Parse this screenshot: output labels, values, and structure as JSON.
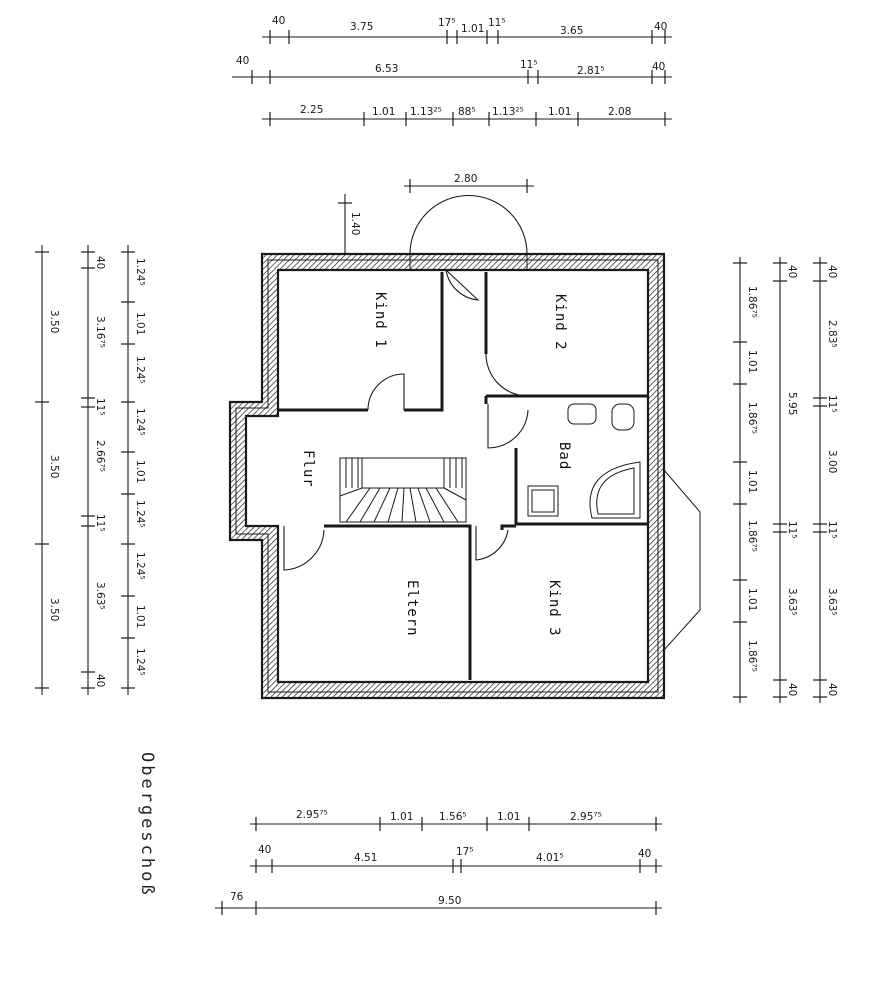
{
  "title": "Obergeschoß",
  "rooms": {
    "kind1": "Kind 1",
    "kind2": "Kind 2",
    "kind3": "Kind 3",
    "bad": "Bad",
    "flur": "Flur",
    "eltern": "Eltern"
  },
  "top_dims": {
    "row1": [
      "40",
      "3.75",
      "17⁵",
      "1.01",
      "11⁵",
      "3.65",
      "40"
    ],
    "row2": [
      "40",
      "6.53",
      "11⁵",
      "2.81⁵",
      "40"
    ],
    "row3": [
      "2.25",
      "1.01",
      "1.13²⁵",
      "88⁵",
      "1.13²⁵",
      "1.01",
      "2.08"
    ],
    "bay_width": "2.80",
    "bay_depth": "1.40"
  },
  "bottom_dims": {
    "row1": [
      "2.95⁷⁵",
      "1.01",
      "1.56⁵",
      "1.01",
      "2.95⁷⁵"
    ],
    "row2": [
      "40",
      "4.51",
      "17⁵",
      "4.01⁵",
      "40"
    ],
    "row3": [
      "76",
      "9.50"
    ]
  },
  "left_dims": {
    "col1": [
      "3.50",
      "3.50",
      "3.50"
    ],
    "col2": [
      "40",
      "3.16⁷⁵",
      "11⁵",
      "2.66⁷⁵",
      "11⁵",
      "3.63⁵",
      "40"
    ],
    "col3": [
      "1.24⁵",
      "1.01",
      "1.24⁵",
      "1.24⁵",
      "1.01",
      "1.24⁵",
      "1.24⁵",
      "1.01",
      "1.24⁵"
    ]
  },
  "right_dims": {
    "col1": [
      "1.86⁷⁵",
      "1.01",
      "1.86⁷⁵",
      "1.01",
      "1.86⁷⁵",
      "1.01",
      "1.86⁷⁵"
    ],
    "col2": [
      "40",
      "5.95",
      "11⁵",
      "3.63⁵",
      "40"
    ],
    "col3": [
      "40",
      "2.83⁵",
      "11⁵",
      "3.00",
      "11⁵",
      "3.63⁵",
      "40"
    ]
  }
}
